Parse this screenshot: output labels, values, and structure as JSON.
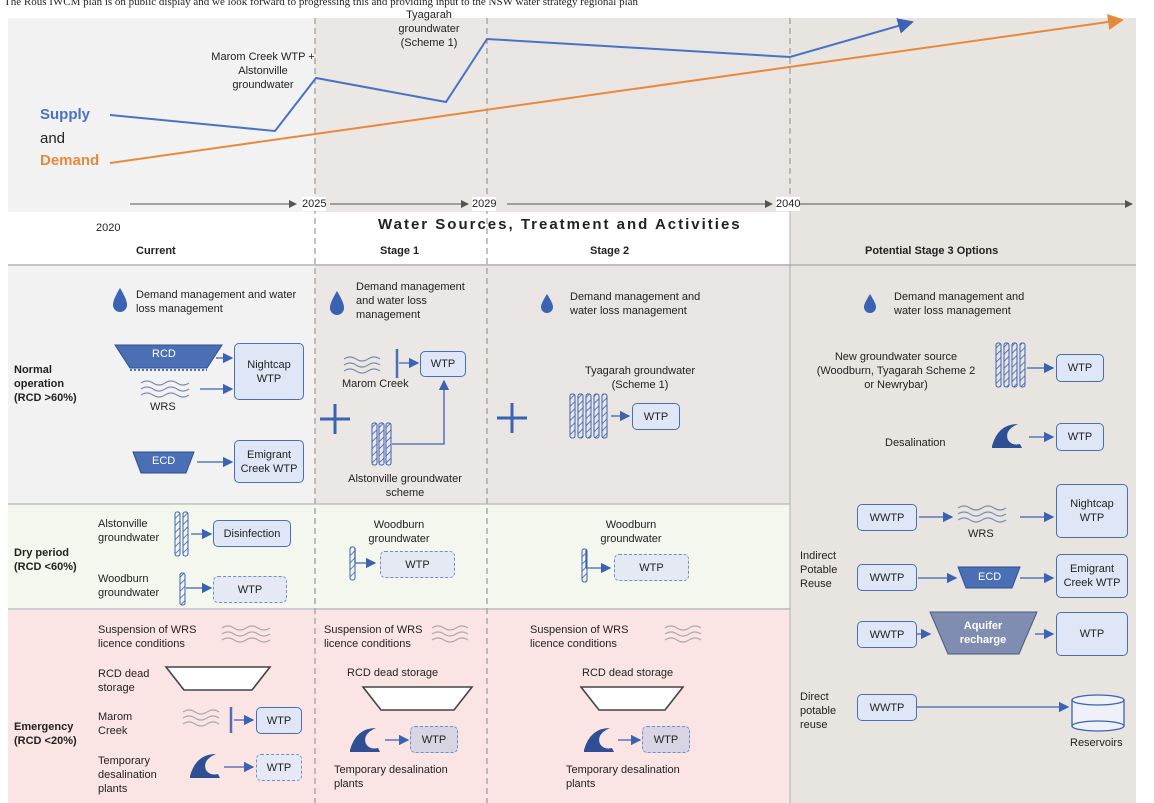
{
  "caption": "The Rous IWCM plan is on public display and we look forward to progressing this and providing input to the NSW water strategy regional plan",
  "colors": {
    "supply": "#4a72c4",
    "demand": "#e6893d",
    "current_bg": "#f2f2f2",
    "stage1_bg": "#ebe7e4",
    "stage2_bg": "#e9e5e2",
    "stage3_bg": "#e8e5e1",
    "dry_bg": "#f3f7ee",
    "emergency_bg": "#fbe4e4",
    "box_fill": "#dfe6f5",
    "box_border": "#4a6fb5"
  },
  "chart": {
    "legend_supply": "Supply",
    "legend_and": "and",
    "legend_demand": "Demand",
    "annot_marom": "Marom Creek WTP + Alstonville groundwater",
    "annot_tyagarah": "Tyagarah groundwater (Scheme 1)"
  },
  "timeline": {
    "y2020": "2020",
    "y2025": "2025",
    "y2029": "2029",
    "y2040": "2040"
  },
  "title": "Water Sources, Treatment and Activities",
  "columns": {
    "current": "Current",
    "stage1": "Stage 1",
    "stage2": "Stage 2",
    "stage3": "Potential Stage 3 Options"
  },
  "rows": {
    "normal": "Normal operation (RCD >60%)",
    "dry": "Dry period (RCD <60%)",
    "emergency": "Emergency (RCD <20%)"
  },
  "normal": {
    "current": {
      "demand": "Demand management and water loss management",
      "rcd": "RCD",
      "nightcap": "Nightcap WTP",
      "wrs": "WRS",
      "ecd": "ECD",
      "emigrant": "Emigrant Creek WTP"
    },
    "stage1": {
      "demand": "Demand management and water loss management",
      "marom": "Marom Creek",
      "wtp": "WTP",
      "alstonville": "Alstonville groundwater scheme"
    },
    "stage2": {
      "demand": "Demand management and water loss management",
      "tyagarah": "Tyagarah groundwater (Scheme 1)",
      "wtp": "WTP"
    },
    "stage3": {
      "demand": "Demand management and water loss management",
      "new_gw": "New groundwater source (Woodburn, Tyagarah Scheme 2 or Newrybar)",
      "wtp": "WTP",
      "desal": "Desalination",
      "wtp2": "WTP"
    }
  },
  "dry": {
    "current": {
      "alstonville": "Alstonville groundwater",
      "disinfection": "Disinfection",
      "woodburn": "Woodburn groundwater",
      "wtp": "WTP"
    },
    "stage1": {
      "woodburn": "Woodburn groundwater",
      "wtp": "WTP"
    },
    "stage2": {
      "woodburn": "Woodburn groundwater",
      "wtp": "WTP"
    }
  },
  "emergency": {
    "current": {
      "suspension": "Suspension of WRS licence conditions",
      "rcd_dead": "RCD dead storage",
      "marom": "Marom Creek",
      "wtp": "WTP",
      "temp_desal": "Temporary desalination plants",
      "wtp2": "WTP"
    },
    "stage1": {
      "suspension": "Suspension of WRS licence conditions",
      "rcd_dead": "RCD dead storage",
      "wtp": "WTP",
      "temp_desal": "Temporary desalination plants"
    },
    "stage2": {
      "suspension": "Suspension of WRS licence conditions",
      "rcd_dead": "RCD dead storage",
      "wtp": "WTP",
      "temp_desal": "Temporary desalination plants"
    }
  },
  "stage3_reuse": {
    "indirect": "Indirect Potable Reuse",
    "wwtp1": "WWTP",
    "wrs": "WRS",
    "nightcap": "Nightcap WTP",
    "wwtp2": "WWTP",
    "ecd": "ECD",
    "emigrant": "Emigrant Creek WTP",
    "wwtp3": "WWTP",
    "aquifer": "Aquifer recharge",
    "wtp": "WTP",
    "direct": "Direct potable reuse",
    "wwtp4": "WWTP",
    "reservoirs": "Reservoirs"
  }
}
